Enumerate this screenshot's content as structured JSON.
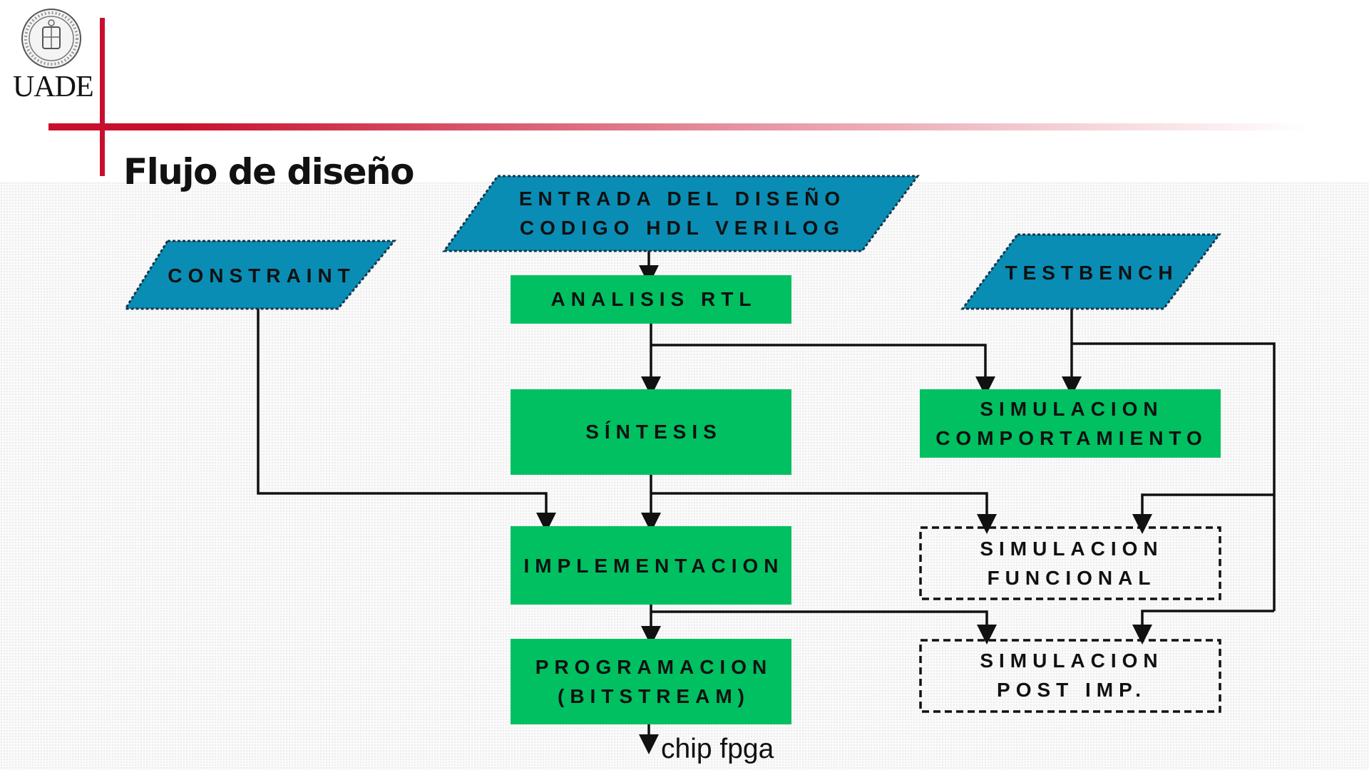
{
  "header": {
    "logo_text": "UADE",
    "title": "Flujo de diseño"
  },
  "colors": {
    "brand_red": "#c8102e",
    "input_blue": "#0a8db5",
    "process_green": "#00c061",
    "line_black": "#111111"
  },
  "diagram": {
    "entrada": {
      "line1": "ENTRADA DEL DISEÑO",
      "line2": "CODIGO HDL VERILOG"
    },
    "constraint": {
      "label": "CONSTRAINT"
    },
    "testbench": {
      "label": "TESTBENCH"
    },
    "analisis": {
      "label": "ANALISIS RTL"
    },
    "sintesis": {
      "label": "SÍNTESIS"
    },
    "sim_comportamiento": {
      "line1": "SIMULACION",
      "line2": "COMPORTAMIENTO"
    },
    "implementacion": {
      "label": "IMPLEMENTACION"
    },
    "sim_funcional": {
      "line1": "SIMULACION",
      "line2": "FUNCIONAL"
    },
    "programacion": {
      "line1": "PROGRAMACION",
      "line2": "(BITSTREAM)"
    },
    "sim_post": {
      "line1": "SIMULACION",
      "line2": "POST IMP."
    },
    "output_label": "chip fpga"
  }
}
